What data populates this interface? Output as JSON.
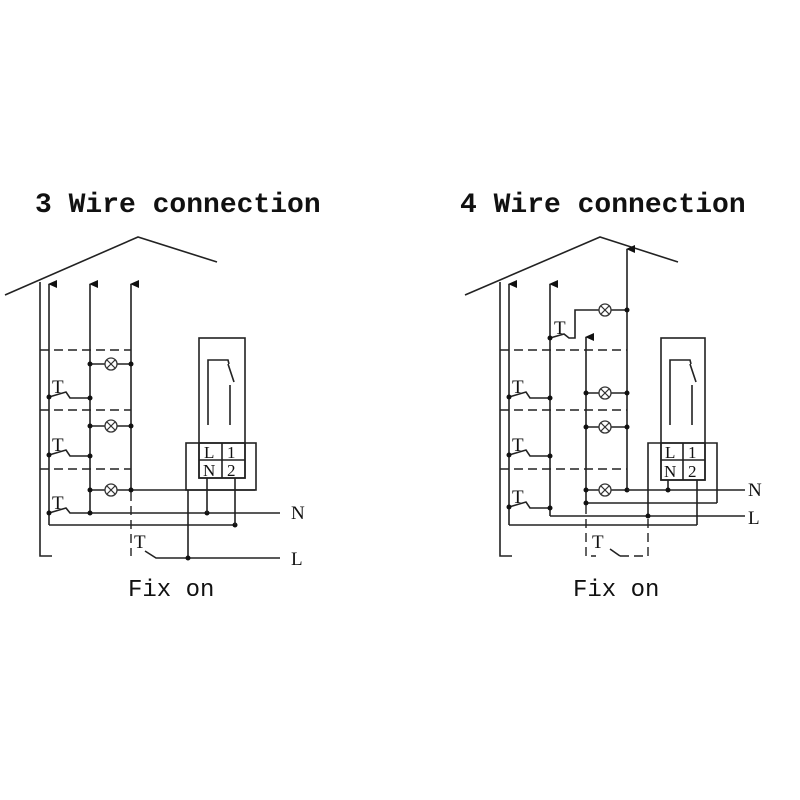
{
  "left": {
    "title": "3 Wire connection",
    "switch_label": "T",
    "terminals": {
      "l": "L",
      "one": "1",
      "n": "N",
      "two": "2"
    },
    "neutral_label": "N",
    "live_label": "L",
    "caption": "Fix on"
  },
  "right": {
    "title": "4 Wire connection",
    "switch_label": "T",
    "terminals": {
      "l": "L",
      "one": "1",
      "n": "N",
      "two": "2"
    },
    "neutral_label": "N",
    "live_label": "L",
    "caption": "Fix on"
  }
}
